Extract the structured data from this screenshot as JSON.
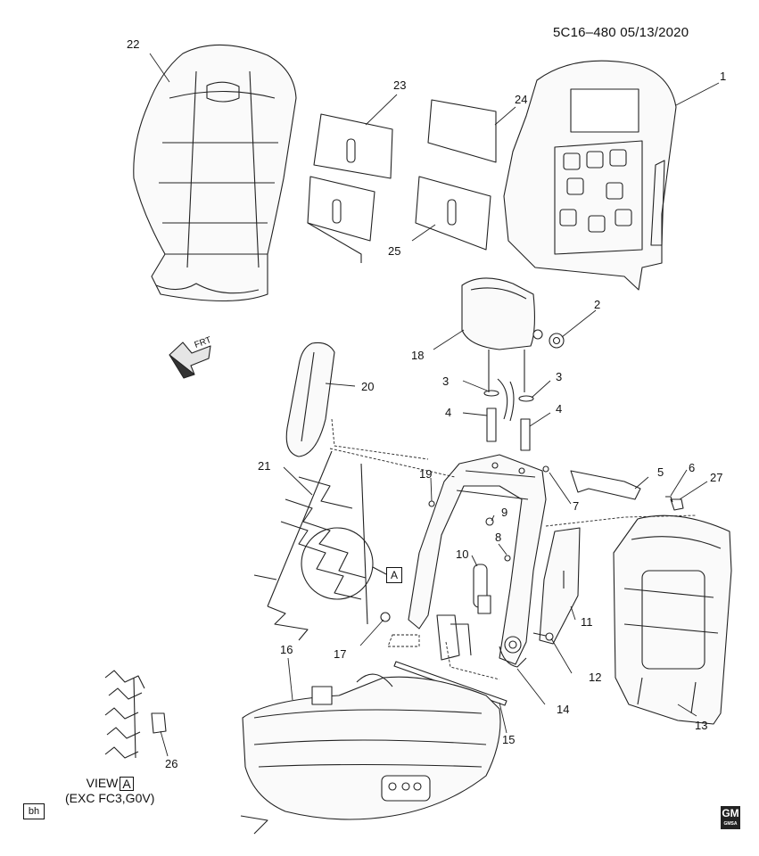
{
  "header": {
    "diagram_code": "5C16–480  05/13/2020"
  },
  "front_arrow": {
    "label": "FRT"
  },
  "callouts": {
    "c1": "1",
    "c2": "2",
    "c3a": "3",
    "c3b": "3",
    "c4a": "4",
    "c4b": "4",
    "c5": "5",
    "c6": "6",
    "c7": "7",
    "c8": "8",
    "c9": "9",
    "c10": "10",
    "c11": "11",
    "c12": "12",
    "c13": "13",
    "c14": "14",
    "c15": "15",
    "c16": "16",
    "c17": "17",
    "c18": "18",
    "c19": "19",
    "c20": "20",
    "c21": "21",
    "c22": "22",
    "c23": "23",
    "c24": "24",
    "c25": "25",
    "c26": "26",
    "c27": "27"
  },
  "view_ref": {
    "letter": "A"
  },
  "view_caption": {
    "prefix": "VIEW",
    "letter": "A",
    "note": "(EXC FC3,G0V)"
  },
  "corner_tag": {
    "text": "bh"
  },
  "logo": {
    "text": "GM",
    "sub": "GMSA"
  }
}
